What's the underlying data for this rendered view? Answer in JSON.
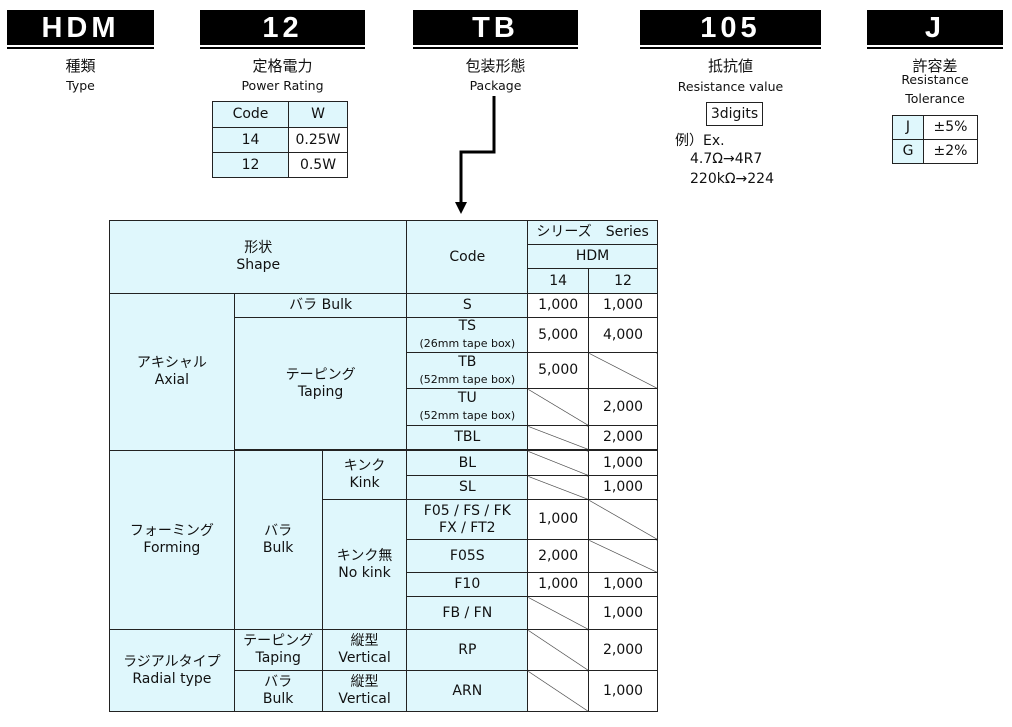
{
  "codes": [
    {
      "code": "HDM",
      "jp": "種類",
      "en": "Type"
    },
    {
      "code": "12",
      "jp": "定格電力",
      "en": "Power Rating"
    },
    {
      "code": "TB",
      "jp": "包装形態",
      "en": "Package"
    },
    {
      "code": "105",
      "jp": "抵抗値",
      "en": "Resistance value"
    },
    {
      "code": "J",
      "jp": "許容差",
      "en1": "Resistance",
      "en2": "Tolerance"
    }
  ],
  "power_table": {
    "headers": [
      "Code",
      "W"
    ],
    "rows": [
      [
        "14",
        "0.25W"
      ],
      [
        "12",
        "0.5W"
      ]
    ]
  },
  "resistance": {
    "box": "3digits",
    "example_label": "例）Ex.",
    "ex1": "4.7Ω→4R7",
    "ex2": "220kΩ→224"
  },
  "tolerance_table": {
    "rows": [
      [
        "J",
        "±5%"
      ],
      [
        "G",
        "±2%"
      ]
    ]
  },
  "package_table": {
    "shape_jp": "形状",
    "shape_en": "Shape",
    "code_header": "Code",
    "series_header": "シリーズ　Series",
    "hdm": "HDM",
    "col14": "14",
    "col12": "12",
    "axial_jp": "アキシャル",
    "axial_en": "Axial",
    "bulk_row": "バラ  Bulk",
    "taping_jp": "テーピング",
    "taping_en": "Taping",
    "forming_jp": "フォーミング",
    "forming_en": "Forming",
    "bara_jp": "バラ",
    "bulk_en": "Bulk",
    "kink_jp": "キンク",
    "kink_en": "Kink",
    "nokink_jp": "キンク無",
    "nokink_en": "No kink",
    "radial_jp": "ラジアルタイプ",
    "radial_en": "Radial type",
    "vertical_jp": "縦型",
    "vertical_en": "Vertical",
    "rows": {
      "S": {
        "code": "S",
        "v14": "1,000",
        "v12": "1,000"
      },
      "TS": {
        "code": "TS",
        "sub": "(26mm tape box)",
        "v14": "5,000",
        "v12": "4,000"
      },
      "TB": {
        "code": "TB",
        "sub": "(52mm tape box)",
        "v14": "5,000"
      },
      "TU": {
        "code": "TU",
        "sub": "(52mm tape box)",
        "v12": "2,000"
      },
      "TBL": {
        "code": "TBL",
        "v12": "2,000"
      },
      "BL": {
        "code": "BL",
        "v12": "1,000"
      },
      "SL": {
        "code": "SL",
        "v12": "1,000"
      },
      "F05": {
        "code1": "F05 / FS / FK",
        "code2": "FX / FT2",
        "v14": "1,000"
      },
      "F05S": {
        "code": "F05S",
        "v14": "2,000"
      },
      "F10": {
        "code": "F10",
        "v14": "1,000",
        "v12": "1,000"
      },
      "FB": {
        "code": "FB / FN",
        "v12": "1,000"
      },
      "RP": {
        "code": "RP",
        "v12": "2,000"
      },
      "ARN": {
        "code": "ARN",
        "v12": "1,000"
      }
    }
  }
}
